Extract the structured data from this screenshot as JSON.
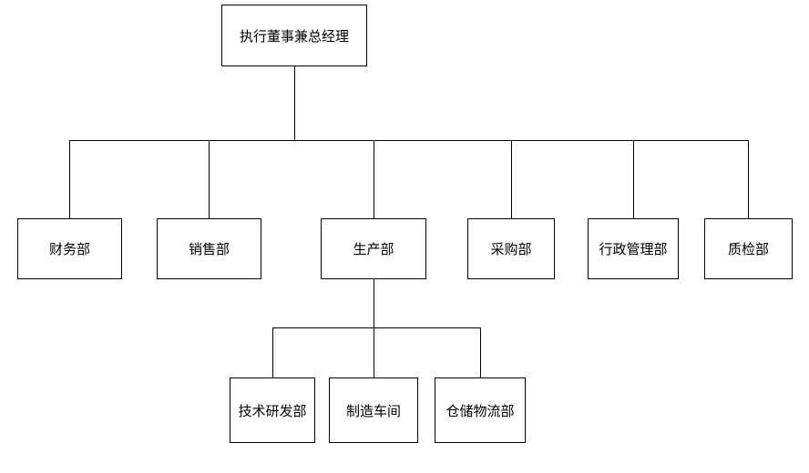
{
  "diagram": {
    "type": "org-chart",
    "title": "",
    "colors": {
      "background": "#ffffff",
      "box_fill": "#ffffff",
      "box_border": "#000000",
      "line": "#000000",
      "text": "#000000"
    },
    "root": {
      "label": "执行董事兼总经理",
      "children": [
        {
          "label": "财务部"
        },
        {
          "label": "销售部"
        },
        {
          "label": "生产部",
          "children": [
            {
              "label": "技术研发部"
            },
            {
              "label": "制造车间"
            },
            {
              "label": "仓储物流部"
            }
          ]
        },
        {
          "label": "采购部"
        },
        {
          "label": "行政管理部"
        },
        {
          "label": "质检部"
        }
      ]
    }
  }
}
